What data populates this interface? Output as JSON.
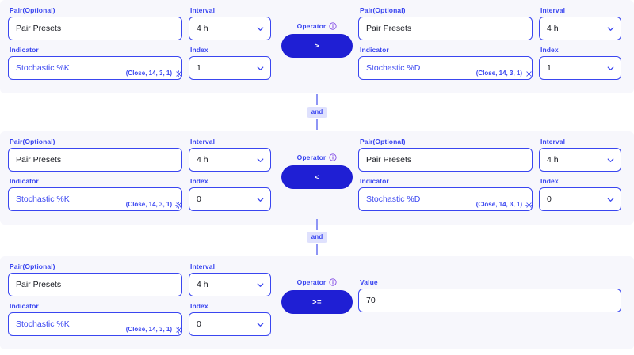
{
  "theme": {
    "accent": "#3a46f0",
    "pill": "#1f1fd4",
    "card_bg": "#f7f7fc",
    "page_bg": "#ffffff",
    "chip_bg": "#dfe1fd",
    "info_icon_color": "#7b3fe4"
  },
  "labels": {
    "pair": "Pair(Optional)",
    "interval": "Interval",
    "indicator": "Indicator",
    "index": "Index",
    "operator": "Operator",
    "value": "Value"
  },
  "icons": {
    "chevron_down": "chevron-down-icon",
    "gear": "gear-icon",
    "info": "info-circle-icon"
  },
  "connectors": [
    {
      "label": "and"
    },
    {
      "label": "and"
    }
  ],
  "conditions": [
    {
      "id": "condition-1",
      "left": {
        "pair_value": "Pair Presets",
        "interval_value": "4 h",
        "indicator_value": "Stochastic %K",
        "index_value": "1",
        "params": "(Close, 14, 3, 1)"
      },
      "operator": ">",
      "right": {
        "type": "operand",
        "pair_value": "Pair Presets",
        "interval_value": "4 h",
        "indicator_value": "Stochastic %D",
        "index_value": "1",
        "params": "(Close, 14, 3, 1)"
      }
    },
    {
      "id": "condition-2",
      "left": {
        "pair_value": "Pair Presets",
        "interval_value": "4 h",
        "indicator_value": "Stochastic %K",
        "index_value": "0",
        "params": "(Close, 14, 3, 1)"
      },
      "operator": "<",
      "right": {
        "type": "operand",
        "pair_value": "Pair Presets",
        "interval_value": "4 h",
        "indicator_value": "Stochastic %D",
        "index_value": "0",
        "params": "(Close, 14, 3, 1)"
      }
    },
    {
      "id": "condition-3",
      "left": {
        "pair_value": "Pair Presets",
        "interval_value": "4 h",
        "indicator_value": "Stochastic %K",
        "index_value": "0",
        "params": "(Close, 14, 3, 1)"
      },
      "operator": ">=",
      "right": {
        "type": "value",
        "value": "70"
      }
    }
  ]
}
